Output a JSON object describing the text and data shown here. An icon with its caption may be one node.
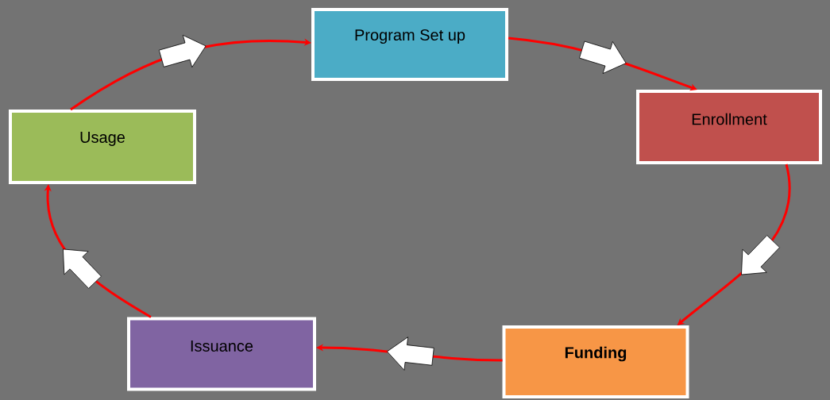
{
  "diagram": {
    "nodes": [
      {
        "text": [
          "Program Set up"
        ]
      },
      {
        "text": [
          "Enrollment"
        ]
      },
      {
        "text": [
          "Funding"
        ]
      },
      {
        "text": [
          "Issuance"
        ]
      },
      {
        "text": [
          "Usage"
        ]
      }
    ],
    "edges": [
      {
        "from": 0,
        "to": 1,
        "arrow": "to"
      },
      {
        "from": 1,
        "to": 2,
        "arrow": "to"
      },
      {
        "from": 2,
        "to": 3,
        "arrow": "to"
      },
      {
        "from": 3,
        "to": 4,
        "arrow": "to"
      },
      {
        "from": 4,
        "to": 0,
        "arrow": "to"
      }
    ]
  }
}
